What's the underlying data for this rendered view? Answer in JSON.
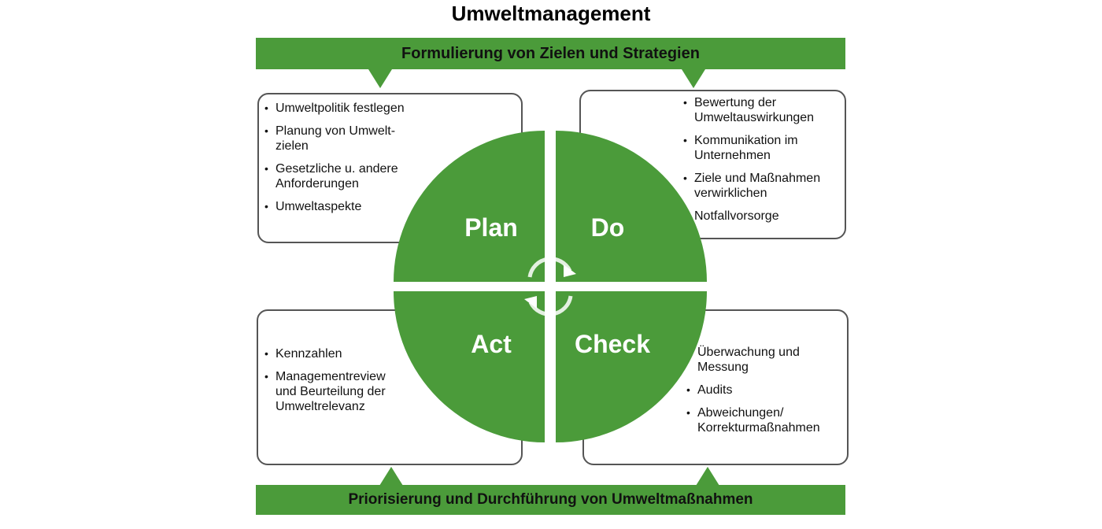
{
  "title": "Umweltmanagement",
  "banner_top": "Formulierung von Zielen und Strategien",
  "banner_bottom": "Priorisierung und Durchführung von Umweltmaßnahmen",
  "colors": {
    "green": "#4b9b3a",
    "border": "#555555"
  },
  "quadrants": {
    "plan": {
      "label": "Plan",
      "items": [
        "Umweltpolitik festlegen",
        "Planung von Umwelt- zielen",
        "Gesetzliche u. andere Anforderungen",
        "Umweltaspekte"
      ]
    },
    "do": {
      "label": "Do",
      "items": [
        "Bewertung der Umweltauswirkungen",
        "Kommunikation im Unternehmen",
        "Ziele und Maßnahmen verwirklichen",
        "Notfallvorsorge"
      ]
    },
    "act": {
      "label": "Act",
      "items": [
        "Kennzahlen",
        "Managementreview und Beurteilung der Umweltrelevanz"
      ]
    },
    "check": {
      "label": "Check",
      "items": [
        "Überwachung und Messung",
        "Audits",
        "Abweichungen/ Korrekturmaßnahmen"
      ]
    }
  },
  "cycle_icon": "circular-arrows-icon"
}
